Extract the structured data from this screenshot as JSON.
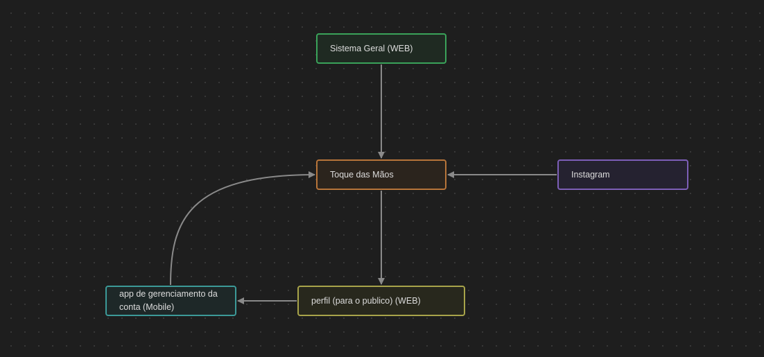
{
  "diagram": {
    "edge_color": "#8a8a8a",
    "nodes": [
      {
        "id": "sistema",
        "label": "Sistema Geral (WEB)",
        "color": "#3aa35a"
      },
      {
        "id": "toque",
        "label": "Toque das Mãos",
        "color": "#b8753a"
      },
      {
        "id": "instagram",
        "label": "Instagram",
        "color": "#7d5fb8"
      },
      {
        "id": "perfil",
        "label": "perfil (para o publico) (WEB)",
        "color": "#a8a44a"
      },
      {
        "id": "app",
        "label": "app de gerenciamento da conta (Mobile)",
        "color": "#3c9a98"
      }
    ],
    "edges": [
      {
        "from": "sistema",
        "to": "toque"
      },
      {
        "from": "instagram",
        "to": "toque"
      },
      {
        "from": "toque",
        "to": "perfil"
      },
      {
        "from": "perfil",
        "to": "app"
      },
      {
        "from": "app",
        "to": "toque"
      }
    ]
  }
}
